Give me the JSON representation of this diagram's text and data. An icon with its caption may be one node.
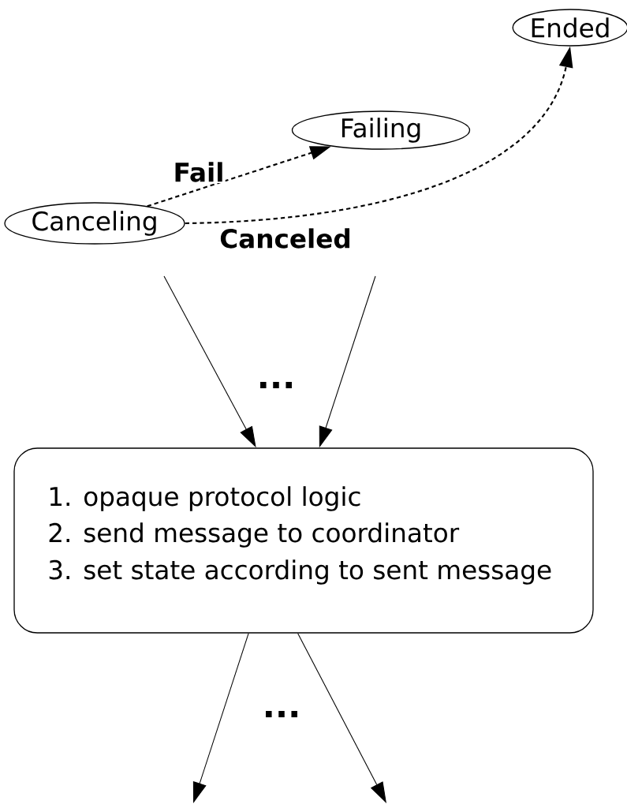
{
  "diagram": {
    "nodes": [
      {
        "text": [
          "Ended"
        ]
      },
      {
        "text": [
          "Failing"
        ]
      },
      {
        "text": [
          "Canceling"
        ]
      },
      {
        "text": [
          "1. opaque protocol logic",
          "2. send message to coordinator",
          "3. set state according to sent message"
        ]
      }
    ],
    "edges": [
      {
        "from": 2,
        "to": 1,
        "arrow": "to",
        "label": "Fail",
        "style": "dashed"
      },
      {
        "from": 2,
        "to": 0,
        "arrow": "to",
        "label": "Canceled",
        "style": "dashed"
      },
      {
        "from": null,
        "to": 3,
        "arrow": "to"
      },
      {
        "from": null,
        "to": 3,
        "arrow": "to"
      },
      {
        "from": 3,
        "to": null,
        "arrow": "to"
      },
      {
        "from": 3,
        "to": null,
        "arrow": "to"
      }
    ],
    "labels": [
      "...",
      "..."
    ]
  }
}
